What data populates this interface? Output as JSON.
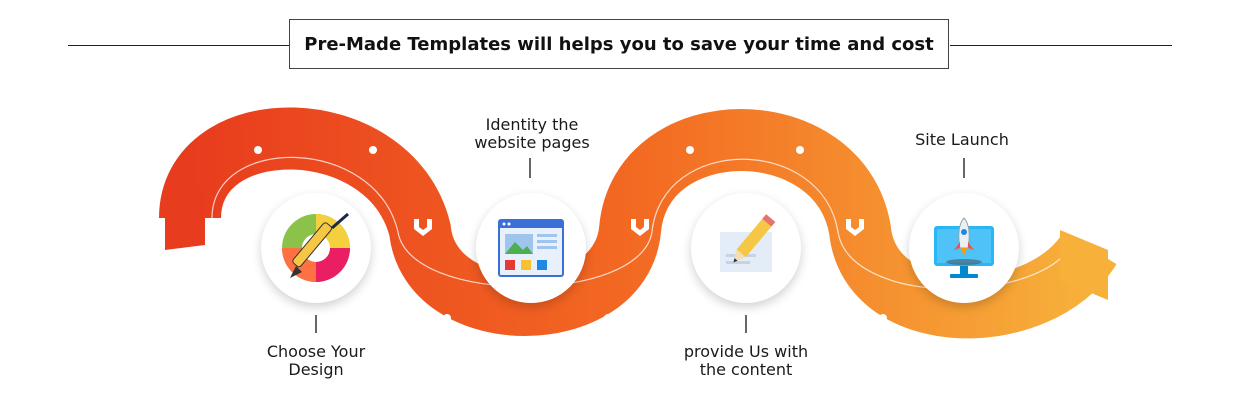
{
  "header": {
    "title": "Pre-Made Templates will helps you to save your time and cost"
  },
  "steps": [
    {
      "label_line1": "Choose Your",
      "label_line2": "Design",
      "icon": "color-palette-pencil-icon"
    },
    {
      "label_line1": "Identity the",
      "label_line2": "website pages",
      "icon": "web-page-layout-icon"
    },
    {
      "label_line1": "provide Us with",
      "label_line2": "the content",
      "icon": "document-pencil-icon"
    },
    {
      "label_line1": "Site Launch",
      "label_line2": "",
      "icon": "rocket-monitor-icon"
    }
  ],
  "connector_icon": "chevron-down-icon",
  "colors": {
    "path_start": "#e83c1e",
    "path_mid": "#f36a22",
    "path_end": "#f7b13b",
    "dots": "#ffffff"
  }
}
